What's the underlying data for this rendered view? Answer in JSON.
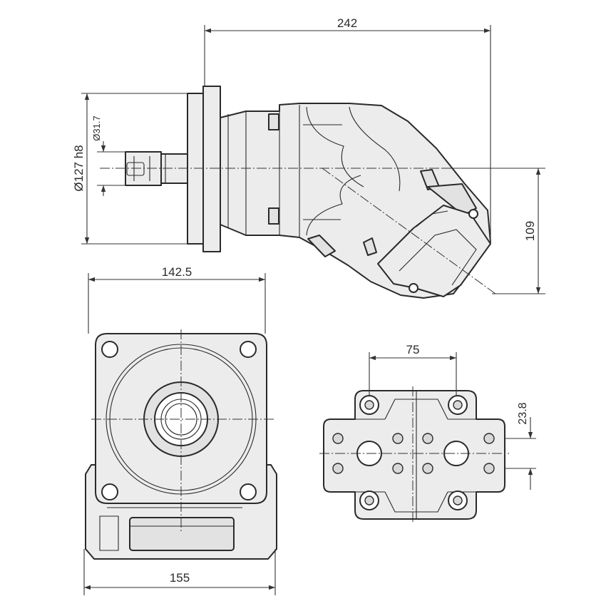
{
  "drawing": {
    "dimensions": {
      "overall_length": "242",
      "flange_pilot_dia": "Ø127 h8",
      "shaft_dia": "Ø31.7",
      "offset_height": "109",
      "flange_width": "142.5",
      "housing_width": "155",
      "port_spacing": "75",
      "port_offset": "23.8"
    }
  }
}
